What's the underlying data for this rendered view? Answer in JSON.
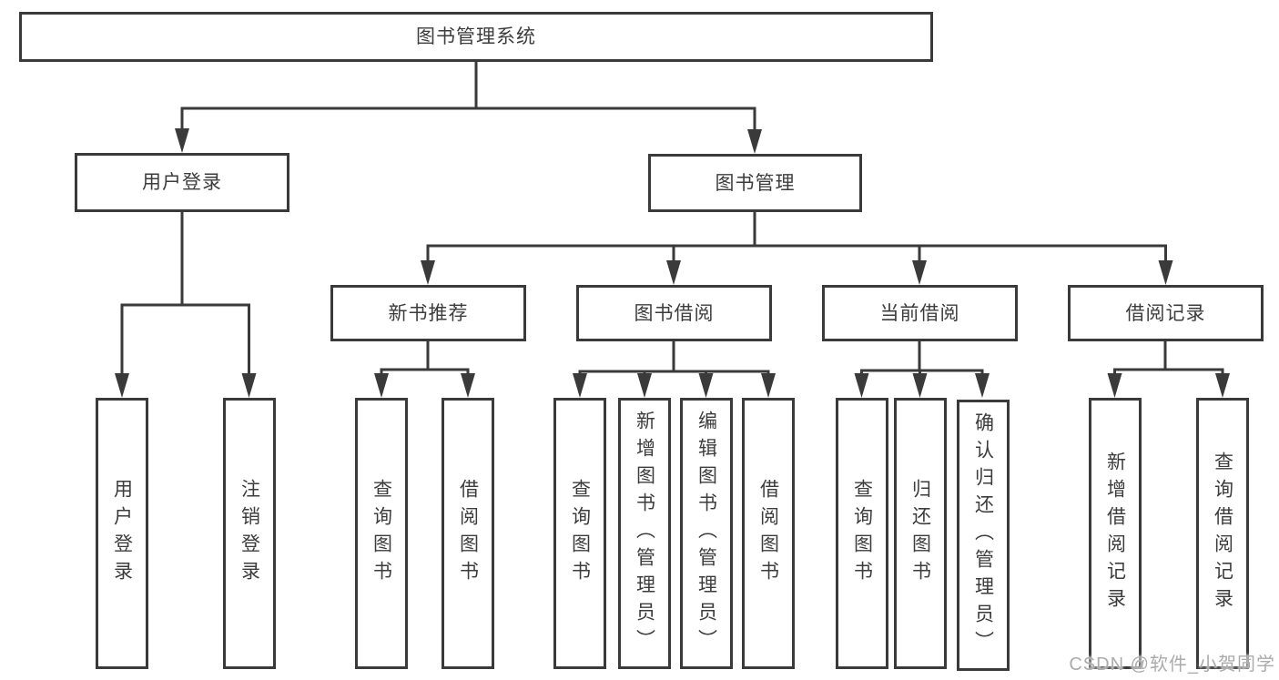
{
  "diagram": {
    "title": "图书管理系统",
    "branches": [
      {
        "label": "用户登录",
        "children": [
          "用户登录",
          "注销登录"
        ]
      },
      {
        "label": "图书管理",
        "children": [
          {
            "label": "新书推荐",
            "children": [
              "查询图书",
              "借阅图书"
            ]
          },
          {
            "label": "图书借阅",
            "children": [
              "查询图书",
              "新增图书（管理员）",
              "编辑图书（管理员）",
              "借阅图书"
            ]
          },
          {
            "label": "当前借阅",
            "children": [
              "查询图书",
              "归还图书",
              "确认归还（管理员）"
            ]
          },
          {
            "label": "借阅记录",
            "children": [
              "新增借阅记录",
              "查询借阅记录"
            ]
          }
        ]
      }
    ]
  },
  "colors": {
    "line": "#3a3a3a",
    "node_text": "#3c3c3c",
    "watermark": "#ababab"
  },
  "watermark": "CSDN @软件_小贺同学"
}
